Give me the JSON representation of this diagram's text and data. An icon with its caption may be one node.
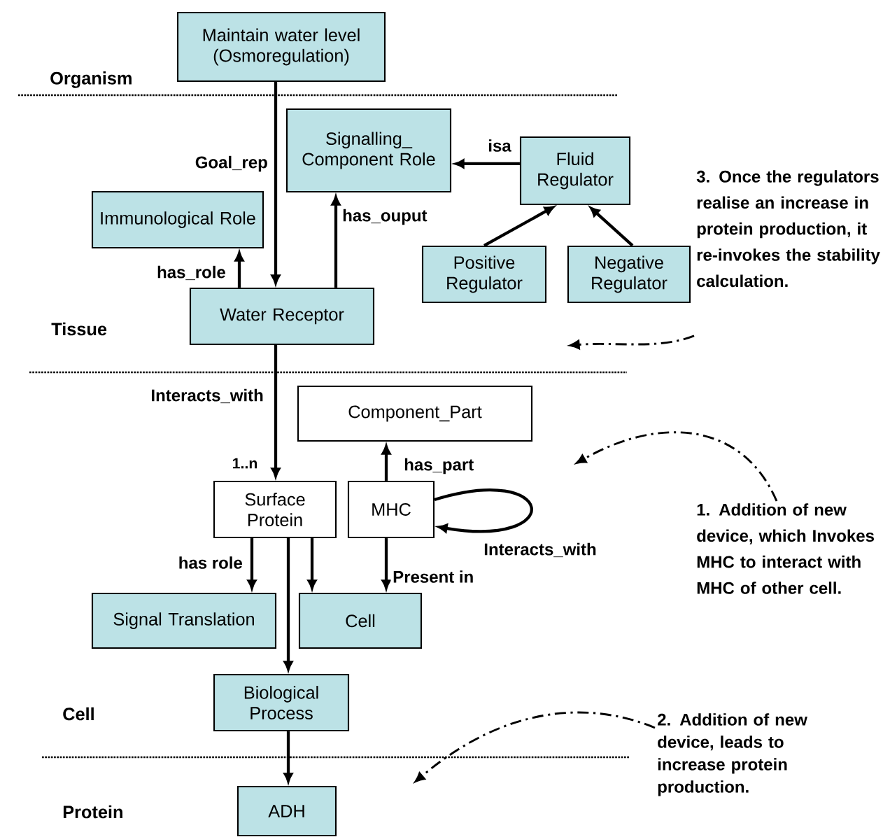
{
  "diagram": {
    "nodes": [
      {
        "text": [
          "Maintain water level (Osmoregulation)"
        ]
      },
      {
        "text": [
          "Signalling_ Component Role"
        ]
      },
      {
        "text": [
          "Fluid Regulator"
        ]
      },
      {
        "text": [
          "Immunological Role"
        ]
      },
      {
        "text": [
          "Positive Regulator"
        ]
      },
      {
        "text": [
          "Negative Regulator"
        ]
      },
      {
        "text": [
          "Water Receptor"
        ]
      },
      {
        "text": [
          "Component_Part"
        ]
      },
      {
        "text": [
          "Surface Protein"
        ]
      },
      {
        "text": [
          "MHC"
        ]
      },
      {
        "text": [
          "Signal Translation"
        ]
      },
      {
        "text": [
          "Cell"
        ]
      },
      {
        "text": [
          "Biological Process"
        ]
      },
      {
        "text": [
          "ADH"
        ]
      },
      {
        "text": [
          "3. Once the regulators realise an increase in protein production, it re-invokes the stability calculation."
        ]
      },
      {
        "text": [
          "1. Addition of new device, which Invokes MHC to interact with MHC of other cell."
        ]
      },
      {
        "text": [
          "2. Addition of new device, leads to increase protein production."
        ]
      }
    ],
    "edges": [
      {
        "from": 0,
        "to": 6,
        "arrow": "to",
        "label": "Goal_rep"
      },
      {
        "from": 6,
        "to": 3,
        "arrow": "to",
        "label": "has_role"
      },
      {
        "from": 6,
        "to": 1,
        "arrow": "to",
        "label": "has_ouput"
      },
      {
        "from": 2,
        "to": 1,
        "arrow": "to",
        "label": "isa"
      },
      {
        "from": 4,
        "to": 2,
        "arrow": "to"
      },
      {
        "from": 5,
        "to": 2,
        "arrow": "to"
      },
      {
        "from": 6,
        "to": 8,
        "arrow": "to",
        "label": "Interacts_with"
      },
      {
        "from": 9,
        "to": 7,
        "arrow": "to",
        "label": "has_part"
      },
      {
        "from": 9,
        "to": 9,
        "arrow": "to",
        "label": "Interacts_with"
      },
      {
        "from": 8,
        "to": 10,
        "arrow": "to",
        "label": "has role"
      },
      {
        "from": 8,
        "to": 11,
        "arrow": "to"
      },
      {
        "from": 8,
        "to": 12,
        "arrow": "to"
      },
      {
        "from": 9,
        "to": 11,
        "arrow": "to",
        "label": "Present in"
      },
      {
        "from": 12,
        "to": 13,
        "arrow": "to"
      },
      {
        "from": 14,
        "to": null,
        "arrow": "to",
        "style": "dashed"
      },
      {
        "from": 15,
        "to": null,
        "arrow": "to",
        "style": "dashed"
      },
      {
        "from": 16,
        "to": null,
        "arrow": "to",
        "style": "dashed"
      }
    ],
    "labels": [
      "Organism",
      "Tissue",
      "1..n",
      "Cell",
      "Protein"
    ]
  }
}
